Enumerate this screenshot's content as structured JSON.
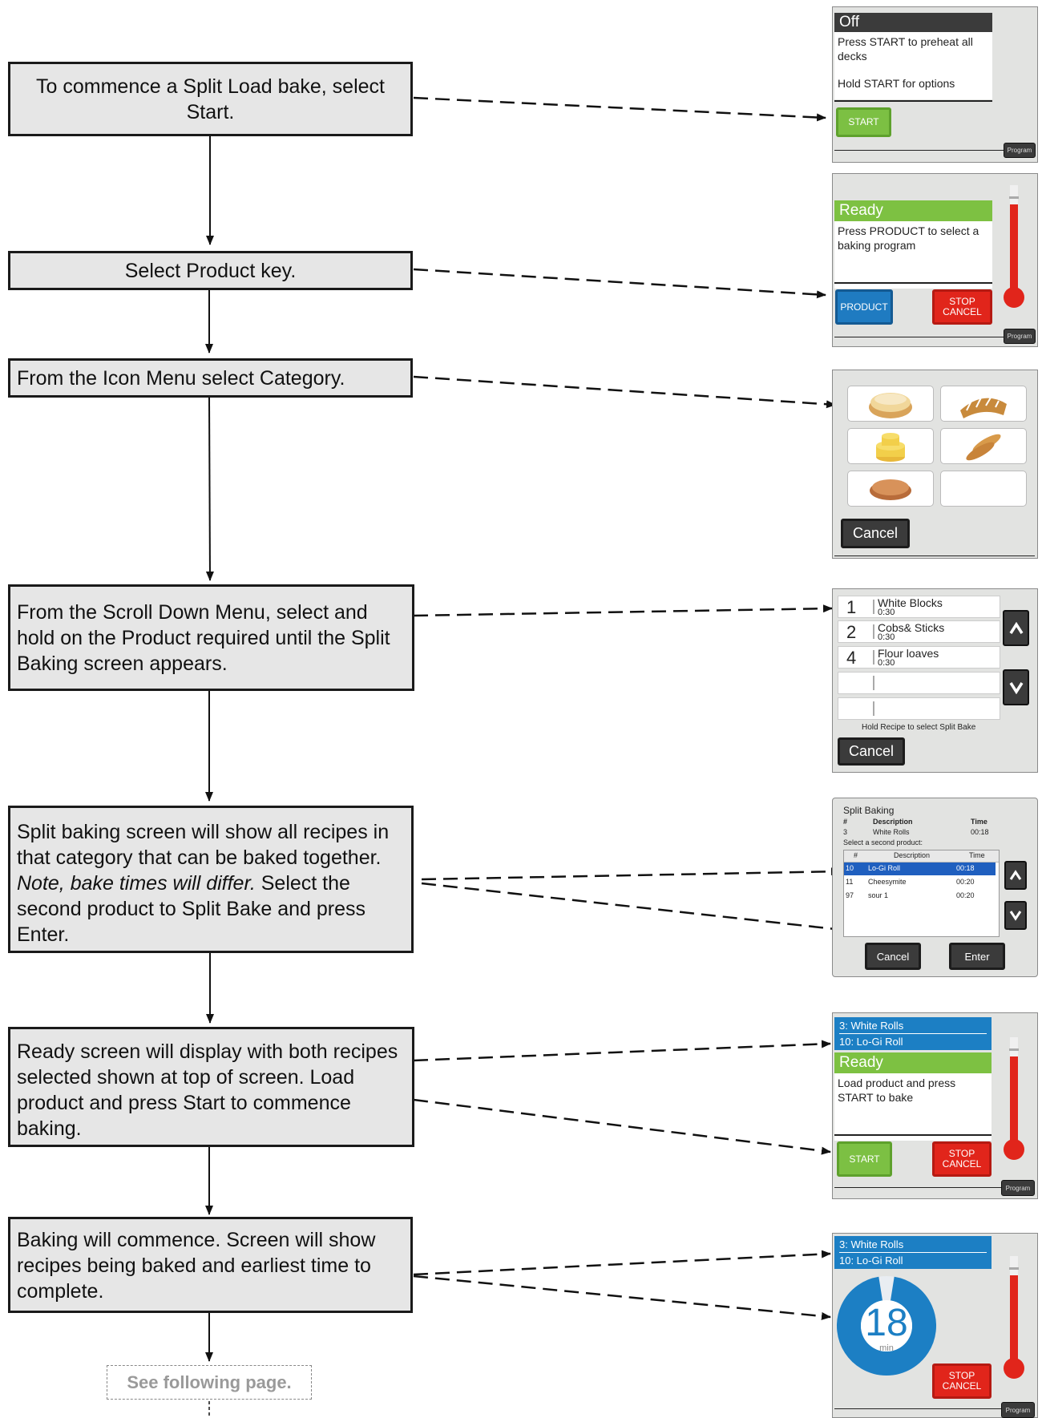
{
  "steps": [
    {
      "text": "To commence a Split Load bake, select Start."
    },
    {
      "text": "Select Product key."
    },
    {
      "text": "From the Icon Menu select Category."
    },
    {
      "text": "From the Scroll Down Menu, select and hold on the Product required until the Split Baking screen appears."
    },
    {
      "text_a": "Split baking screen will show all recipes in that category that can be baked together. ",
      "text_note": "Note, bake times will differ.",
      "text_b": " Select the second product to Split Bake and press Enter."
    },
    {
      "text": "Ready screen will display with both recipes selected shown at top of screen. Load product and press Start to commence baking."
    },
    {
      "text": "Baking will commence. Screen will show recipes being baked and earliest time to complete."
    }
  ],
  "see_following": "See following page.",
  "screens": {
    "off": {
      "header": "Off",
      "line1": "Press START to preheat all decks",
      "line2": "Hold START for options",
      "start": "START",
      "program": "Program"
    },
    "ready1": {
      "header": "Ready",
      "message": "Press PRODUCT to select a baking program",
      "product": "PRODUCT",
      "stop": "STOP",
      "cancel": "CANCEL",
      "program": "Program"
    },
    "icons": {
      "cancel": "Cancel",
      "tiles": [
        "bread-loaf-icon",
        "pastry-icon",
        "cake-icon",
        "bread-sticks-icon",
        "pie-icon",
        "empty-tile"
      ]
    },
    "recipes": {
      "items": [
        {
          "num": "1",
          "name": "White Blocks",
          "time": "0:30"
        },
        {
          "num": "2",
          "name": "Cobs& Sticks",
          "time": "0:30"
        },
        {
          "num": "4",
          "name": "Flour loaves",
          "time": "0:30"
        }
      ],
      "hint": "Hold Recipe to select Split Bake",
      "cancel": "Cancel"
    },
    "split": {
      "title": "Split Baking",
      "hdr_num": "#",
      "hdr_desc": "Description",
      "hdr_time": "Time",
      "first": {
        "num": "3",
        "desc": "White Rolls",
        "time": "00:18"
      },
      "select_label": "Select a second product:",
      "table_hdr": {
        "num": "#",
        "desc": "Description",
        "time": "Time"
      },
      "rows": [
        {
          "num": "10",
          "desc": "Lo-Gi Roll",
          "time": "00:18",
          "selected": true
        },
        {
          "num": "11",
          "desc": "Cheesymite",
          "time": "00:20",
          "selected": false
        },
        {
          "num": "97",
          "desc": "sour 1",
          "time": "00:20",
          "selected": false
        }
      ],
      "cancel": "Cancel",
      "enter": "Enter"
    },
    "ready2": {
      "recipe1": "3: White Rolls",
      "recipe2": "10: Lo-Gi Roll",
      "header": "Ready",
      "message": "Load product and press START to bake",
      "start": "START",
      "stop": "STOP",
      "cancel": "CANCEL",
      "program": "Program"
    },
    "baking": {
      "recipe1": "3: White Rolls",
      "recipe2": "10: Lo-Gi Roll",
      "time": "18",
      "unit": "min",
      "progress": 0.95,
      "stop": "STOP",
      "cancel": "CANCEL",
      "program": "Program"
    }
  },
  "colors": {
    "green": "#7dc142",
    "red": "#e1251b",
    "blue": "#1c7fc4",
    "dark": "#3b3b3b",
    "box": "#e6e6e6"
  }
}
